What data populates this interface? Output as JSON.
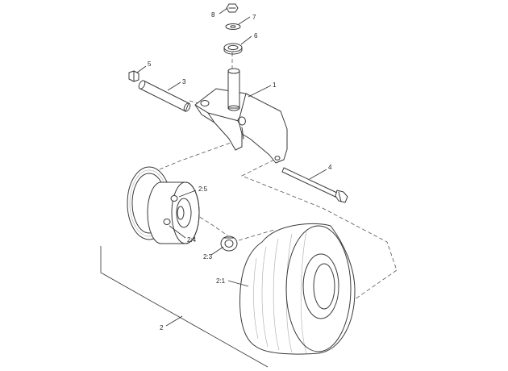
{
  "callouts": {
    "c1": "1",
    "c2": "2",
    "c2_1": "2:1",
    "c2_3": "2:3",
    "c2_4": "2:4",
    "c2_5": "2:5",
    "c3": "3",
    "c4": "4",
    "c5": "5",
    "c6": "6",
    "c7": "7",
    "c8": "8"
  }
}
